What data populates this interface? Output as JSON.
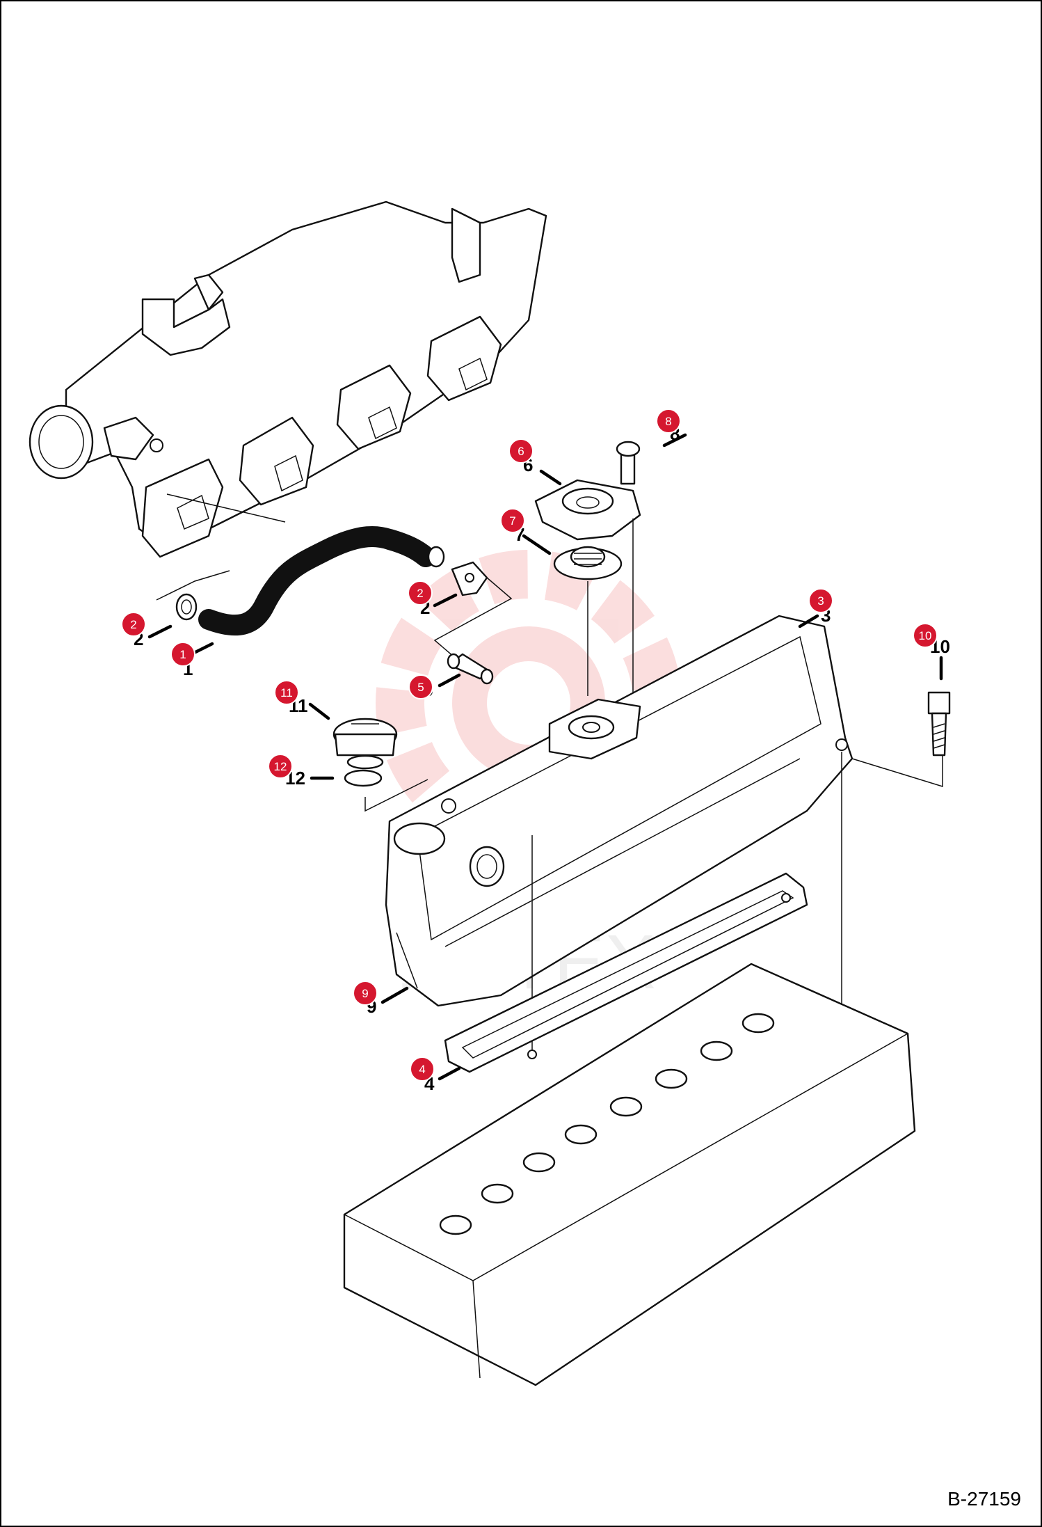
{
  "callouts": [
    {
      "id": "1",
      "label": "1"
    },
    {
      "id": "2a",
      "label": "2"
    },
    {
      "id": "2b",
      "label": "2"
    },
    {
      "id": "3",
      "label": "3"
    },
    {
      "id": "4",
      "label": "4"
    },
    {
      "id": "5",
      "label": "5"
    },
    {
      "id": "6",
      "label": "6"
    },
    {
      "id": "7",
      "label": "7"
    },
    {
      "id": "8",
      "label": "8"
    },
    {
      "id": "9",
      "label": "9"
    },
    {
      "id": "10",
      "label": "10"
    },
    {
      "id": "11",
      "label": "11"
    },
    {
      "id": "12",
      "label": "12"
    }
  ],
  "watermark": "ЛИТЕХ",
  "drawing_ref": "B-27159",
  "colors": {
    "badge": "#d5172f",
    "line": "#111111",
    "watermark": "#f6b5b5"
  }
}
